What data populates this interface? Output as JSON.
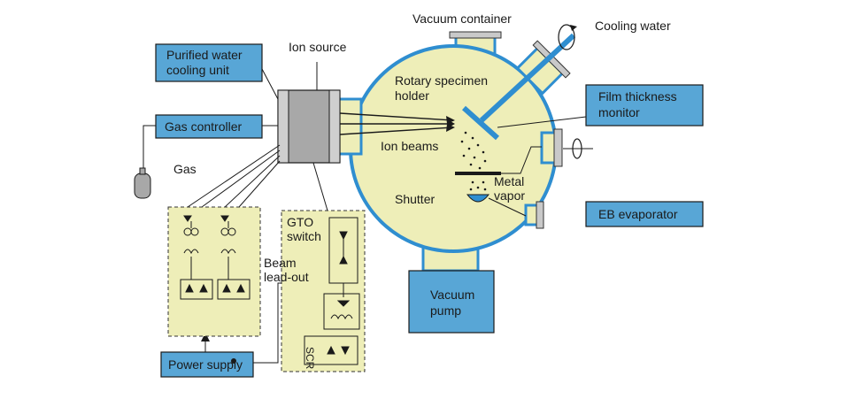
{
  "labels": {
    "vacuum_container": "Vacuum container",
    "cooling_water": "Cooling water",
    "ion_source": "Ion source",
    "rotary_holder_1": "Rotary specimen",
    "rotary_holder_2": "holder",
    "ion_beams": "Ion beams",
    "gas": "Gas",
    "shutter": "Shutter",
    "metal_vapor_1": "Metal",
    "metal_vapor_2": "vapor",
    "gto_switch_1": "GTO",
    "gto_switch_2": "switch",
    "beam_leadout_1": "Beam",
    "beam_leadout_2": "lead-out",
    "scr": "SCR"
  },
  "boxes": {
    "purified_water_1": "Purified water",
    "purified_water_2": "cooling unit",
    "gas_controller": "Gas controller",
    "film_thickness_1": "Film thickness",
    "film_thickness_2": "monitor",
    "eb_evaporator": "EB evaporator",
    "vacuum_pump_1": "Vacuum",
    "vacuum_pump_2": "pump",
    "power_supply": "Power supply"
  },
  "colors": {
    "box_fill": "#58a6d6",
    "chamber_fill": "#eeeeb8",
    "chamber_stroke": "#2f8ed0",
    "panel_fill": "#eeeeb8",
    "source_fill": "#a8a8a8",
    "beam_blue": "#2f8ed0"
  }
}
